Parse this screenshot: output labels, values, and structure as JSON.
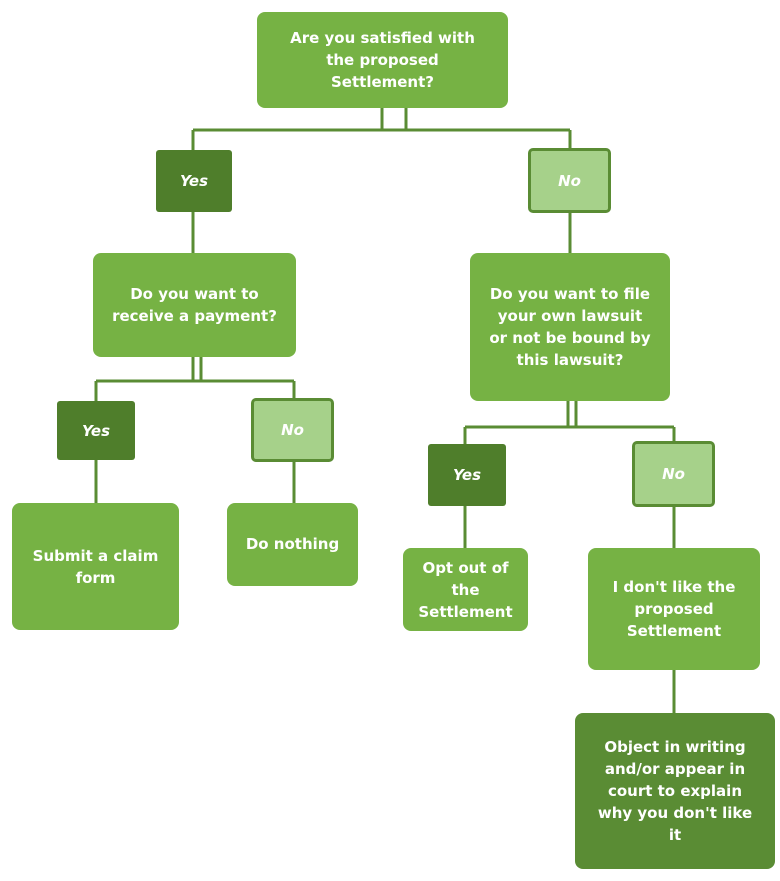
{
  "root_question": "Are you satisfied with\nthe proposed\nSettlement?",
  "left": {
    "branch_label": "Yes",
    "question": "Do you want to\nreceive a payment?",
    "yes_label": "Yes",
    "yes_outcome": "Submit a claim\nform",
    "no_label": "No",
    "no_outcome": "Do nothing"
  },
  "right": {
    "branch_label": "No",
    "question": "Do you want to file\nyour own lawsuit\nor not be bound by\nthis lawsuit?",
    "yes_label": "Yes",
    "yes_outcome": "Opt out of\nthe\nSettlement",
    "no_label": "No",
    "no_outcome": "I don't like the\nproposed\nSettlement",
    "final_outcome": "Object in writing\nand/or appear in\ncourt to explain\nwhy you don't like\nit"
  },
  "colors": {
    "box": "#76b244",
    "yes": "#4f7e2b",
    "no": "#a6d18a",
    "final": "#5a8c34",
    "line": "#5a8c34"
  }
}
